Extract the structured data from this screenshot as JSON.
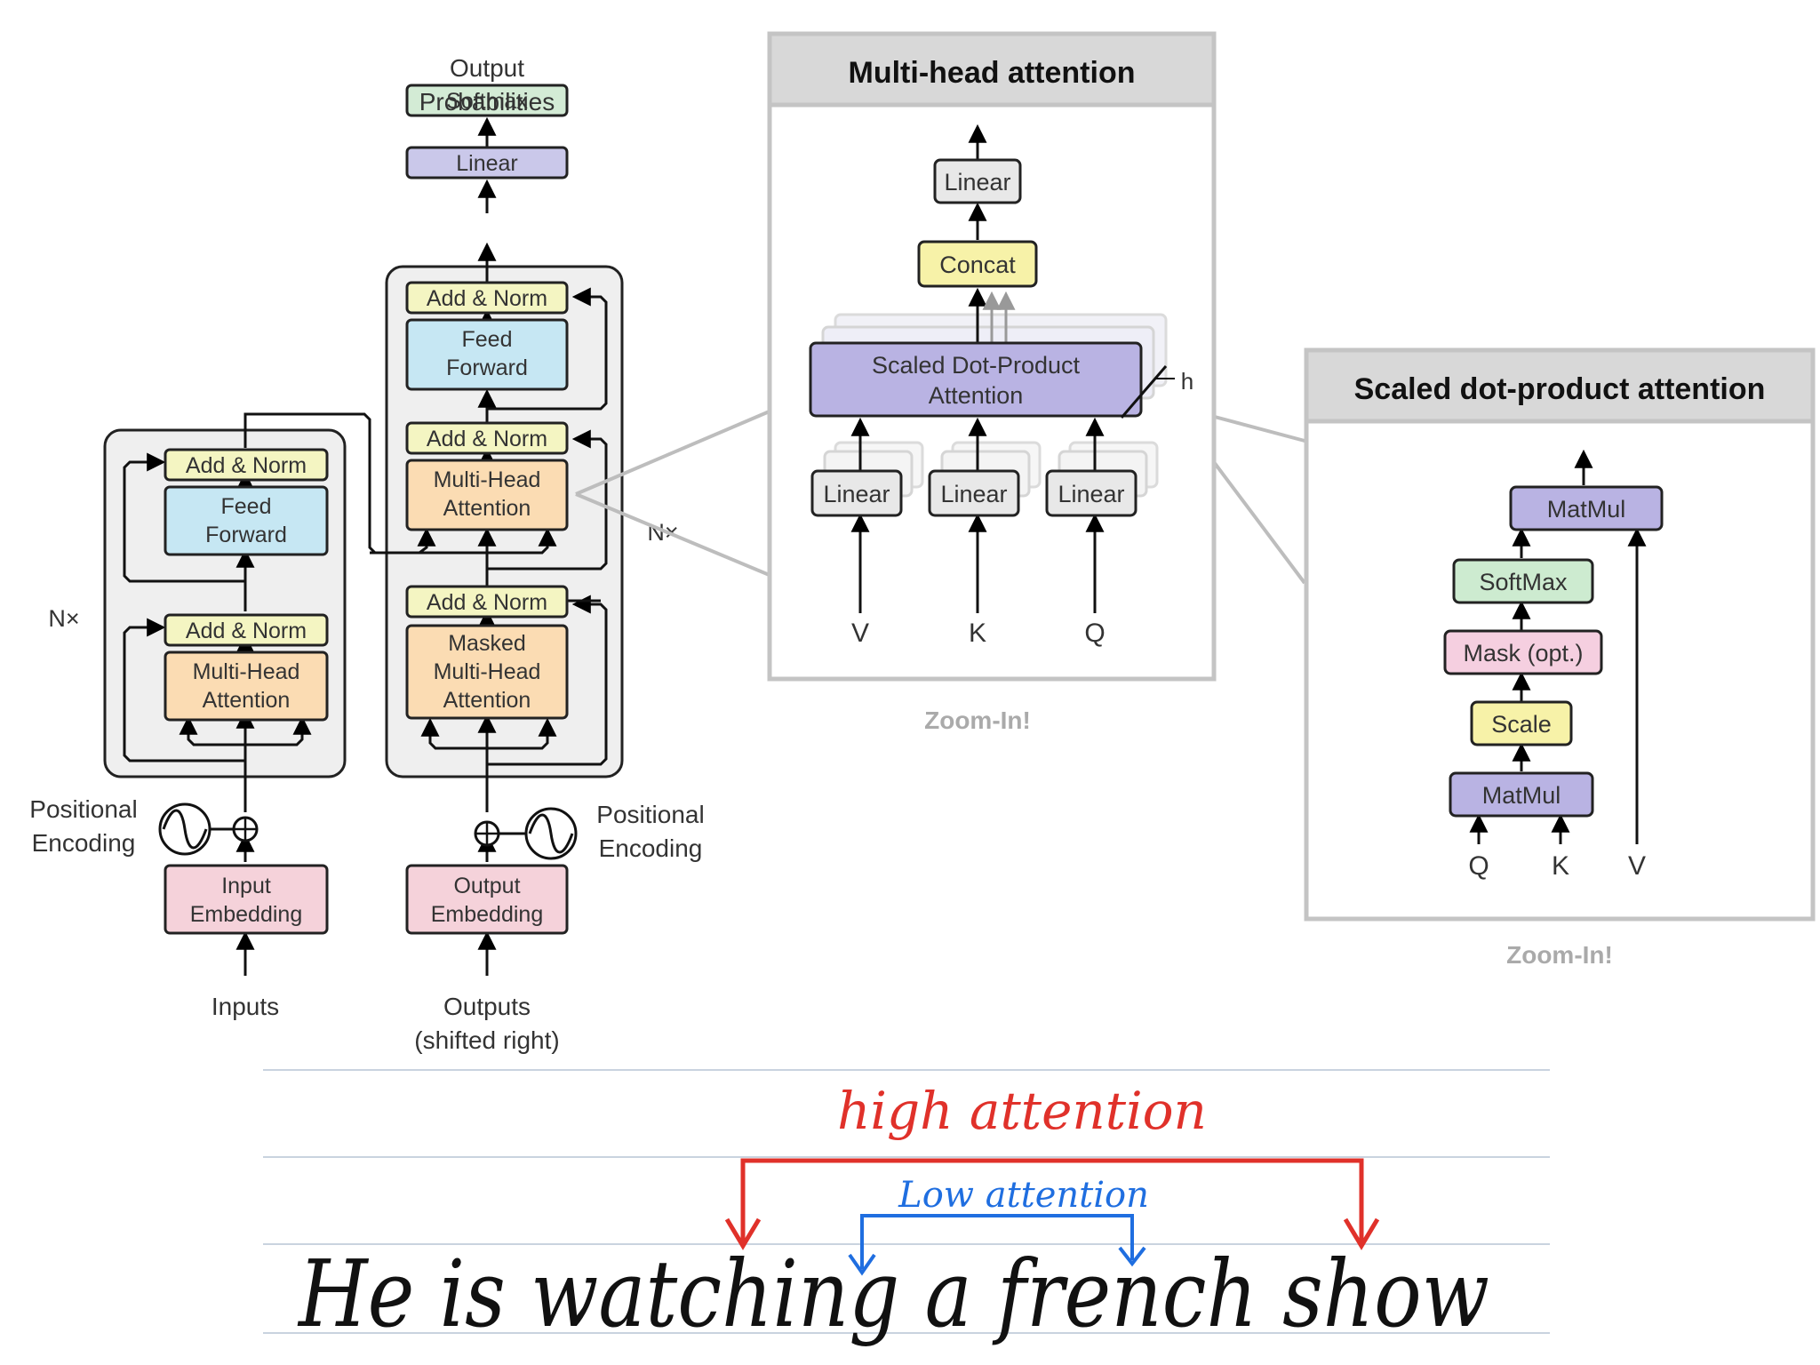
{
  "transformer": {
    "output_probabilities": [
      "Output",
      "Probabilities"
    ],
    "softmax": "Softmax",
    "linear": "Linear",
    "add_norm": "Add & Norm",
    "feed_forward": [
      "Feed",
      "Forward"
    ],
    "multi_head_attention": [
      "Multi-Head",
      "Attention"
    ],
    "masked_multi_head_attention": [
      "Masked",
      "Multi-Head",
      "Attention"
    ],
    "nx": "N×",
    "positional_encoding": [
      "Positional",
      "Encoding"
    ],
    "input_embedding": [
      "Input",
      "Embedding"
    ],
    "output_embedding": [
      "Output",
      "Embedding"
    ],
    "inputs": "Inputs",
    "outputs": [
      "Outputs",
      "(shifted right)"
    ]
  },
  "multihead_panel": {
    "title": "Multi-head attention",
    "linear": "Linear",
    "concat": "Concat",
    "sdpa": [
      "Scaled Dot-Product",
      "Attention"
    ],
    "h": "h",
    "inputs": [
      "V",
      "K",
      "Q"
    ],
    "caption": "Zoom-In!"
  },
  "sdpa_panel": {
    "title": "Scaled dot-product attention",
    "matmul": "MatMul",
    "softmax": "SoftMax",
    "mask": "Mask (opt.)",
    "scale": "Scale",
    "inputs": [
      "Q",
      "K",
      "V"
    ],
    "caption": "Zoom-In!"
  },
  "handwriting": {
    "high": "high attention",
    "low": "Low attention",
    "sentence": "He is watching a french show"
  },
  "colors": {
    "yellow": "#f4f5c2",
    "blue": "#c6e7f3",
    "orange": "#fbdcb3",
    "purple": "#cac8ea",
    "green": "#d3ebd5",
    "pink": "#f5d2da",
    "red": "#e0312a",
    "blue_ink": "#1f6ee0"
  }
}
